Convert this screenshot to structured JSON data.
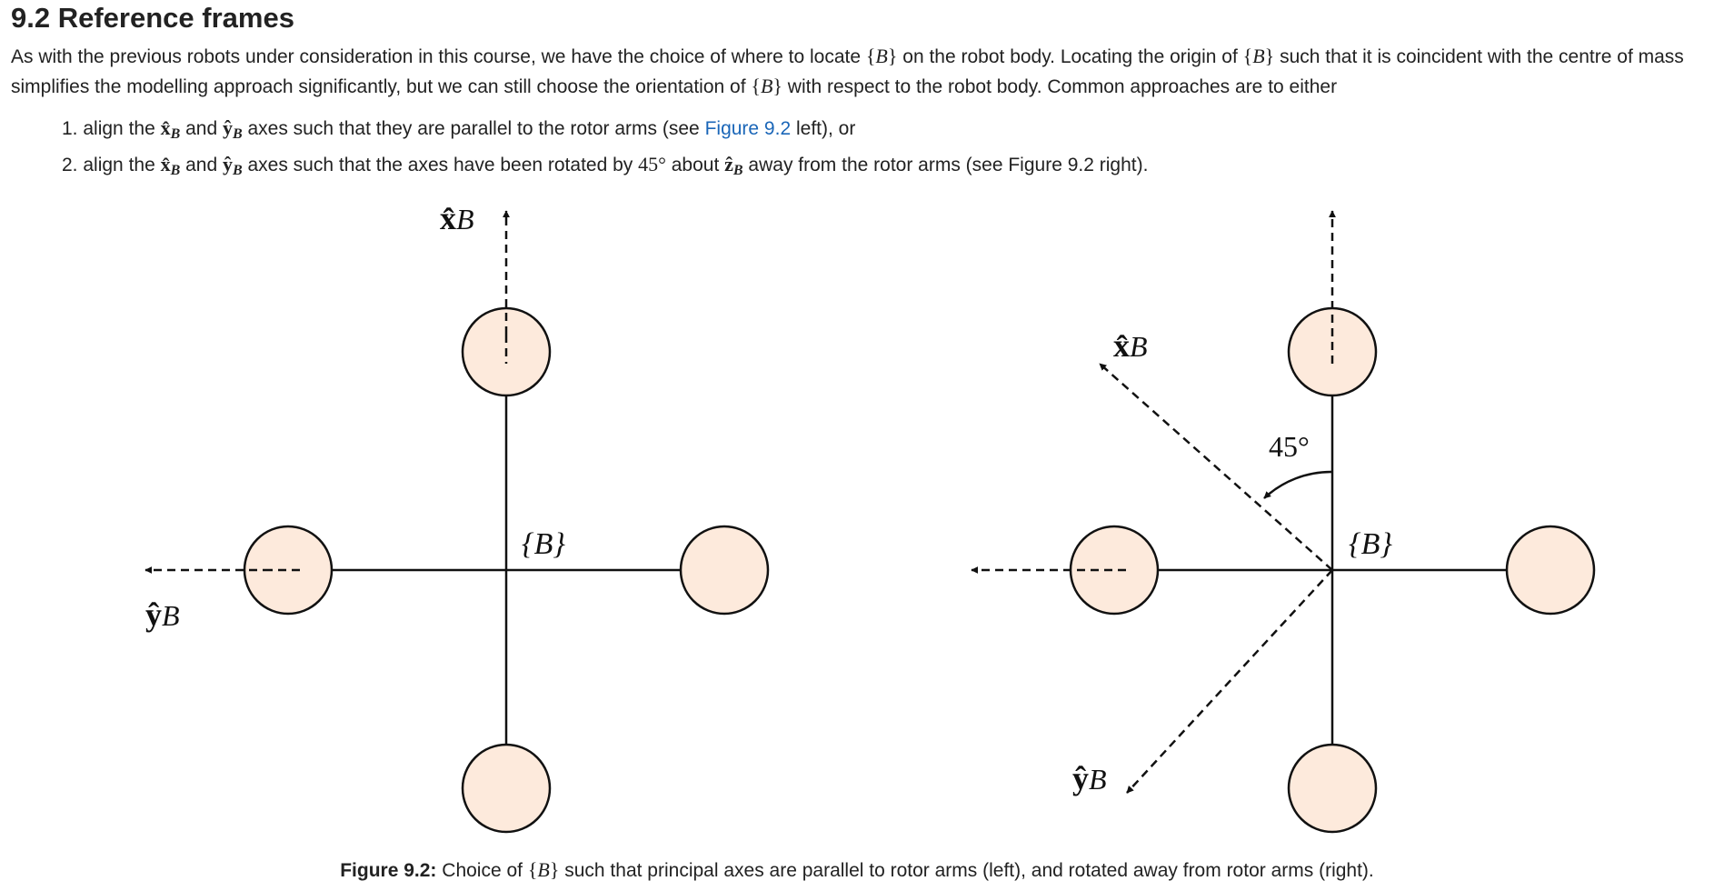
{
  "section": {
    "number": "9.2",
    "title": "Reference frames"
  },
  "paragraph": {
    "part1": "As with the previous robots under consideration in this course, we have the choice of where to locate ",
    "math_B": "{B}",
    "part2": " on the robot body. Locating the origin of ",
    "part3": " such that it is coincident with the centre of mass simplifies the modelling approach significantly, but we can still choose the orientation of ",
    "part4": " with respect to the robot body. Common approaches are to either"
  },
  "list": [
    {
      "marker": "1.",
      "text_a": "align the ",
      "text_b": " and ",
      "text_c": " axes such that they are parallel to the rotor arms (see ",
      "link": "Figure 9.2",
      "text_d": " left), or"
    },
    {
      "marker": "2.",
      "text_a": "align the ",
      "text_b": " and ",
      "text_c": " axes such that the axes have been rotated by ",
      "angle": "45°",
      "text_d": " about ",
      "text_e": " away from the rotor arms (see Figure 9.2 right)."
    }
  ],
  "symbols": {
    "x_hat": "x̂",
    "y_hat": "ŷ",
    "z_hat": "ẑ",
    "sub_B": "B",
    "frame": "{B}"
  },
  "figure": {
    "left": {
      "x_axis_label": "x̂",
      "y_axis_label": "ŷ",
      "subscript": "B",
      "frame_label": "{B}"
    },
    "right": {
      "x_axis_label": "x̂",
      "y_axis_label": "ŷ",
      "subscript": "B",
      "frame_label": "{B}",
      "angle_label": "45°"
    },
    "caption_label": "Figure 9.2:",
    "caption_text_a": " Choice of ",
    "caption_math": "{B}",
    "caption_text_b": " such that principal axes are parallel to rotor arms (left), and rotated away from rotor arms (right).",
    "rotor_fill": "#fdeadc",
    "line_color": "#111111"
  }
}
